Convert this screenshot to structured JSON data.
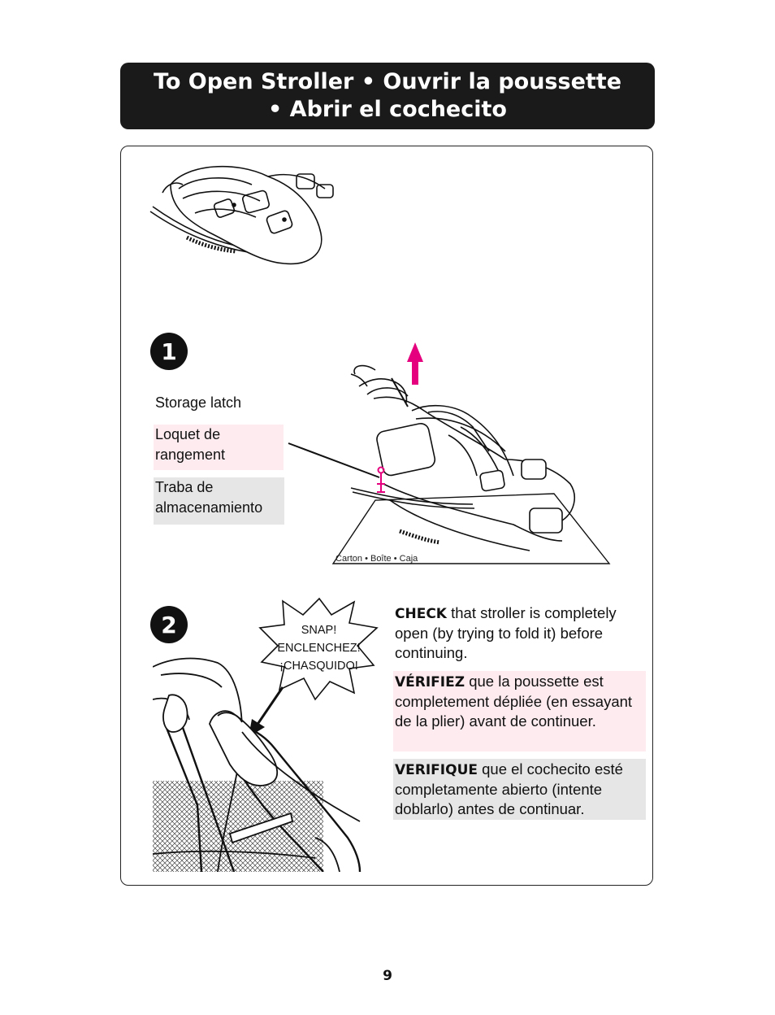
{
  "header": {
    "line1": "To Open Stroller  •  Ouvrir la poussette",
    "line2": "•  Abrir el cochecito"
  },
  "step1": {
    "number": "1",
    "labels": {
      "en": "Storage latch",
      "fr": "Loquet de rangement",
      "es": "Traba de almacenamiento"
    },
    "carton_caption": "Carton  •  Boîte  •  Caja"
  },
  "step2": {
    "number": "2",
    "snap": [
      "SNAP!",
      "ENCLENCHEZ!",
      "¡CHASQUIDO!"
    ],
    "en": {
      "bold": "CHECK",
      "text": " that stroller is completely open (by trying to fold it) before continuing."
    },
    "fr": {
      "bold": "VÉRIFIEZ",
      "text": " que la poussette est completement dépliée (en essayant de la plier) avant de continuer."
    },
    "es": {
      "bold": "VERIFIQUE",
      "text": " que el cochecito esté completamente abierto (intente doblarlo) antes de continuar."
    }
  },
  "page_number": "9",
  "colors": {
    "header_bg": "#1a1a1a",
    "accent_pink": "#e5007e",
    "pink_box": "#fdebef",
    "gray_box": "#e6e6e6"
  }
}
